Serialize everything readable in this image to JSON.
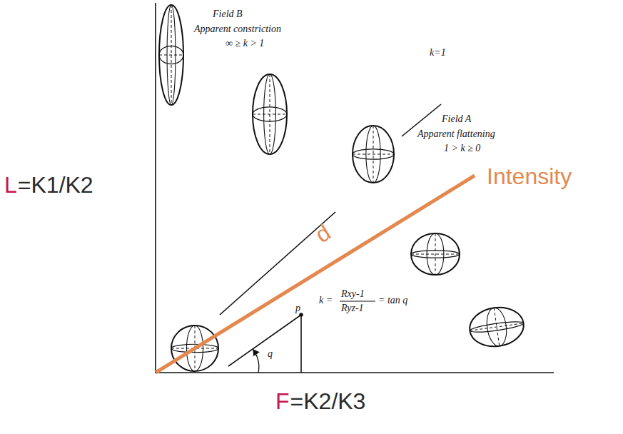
{
  "diagram": {
    "labels": [
      "Field B",
      "Apparent constriction",
      "∞ ≥ k > 1",
      "k=1",
      "Field A",
      "Apparent flattening",
      "1 > k ≥ 0",
      "Intensity",
      "L",
      "=K1/K2",
      "F",
      "=K2/K3",
      "d",
      "k =",
      "Rxy-1",
      "Ryz-1",
      "= tan q",
      "p",
      "q"
    ]
  }
}
